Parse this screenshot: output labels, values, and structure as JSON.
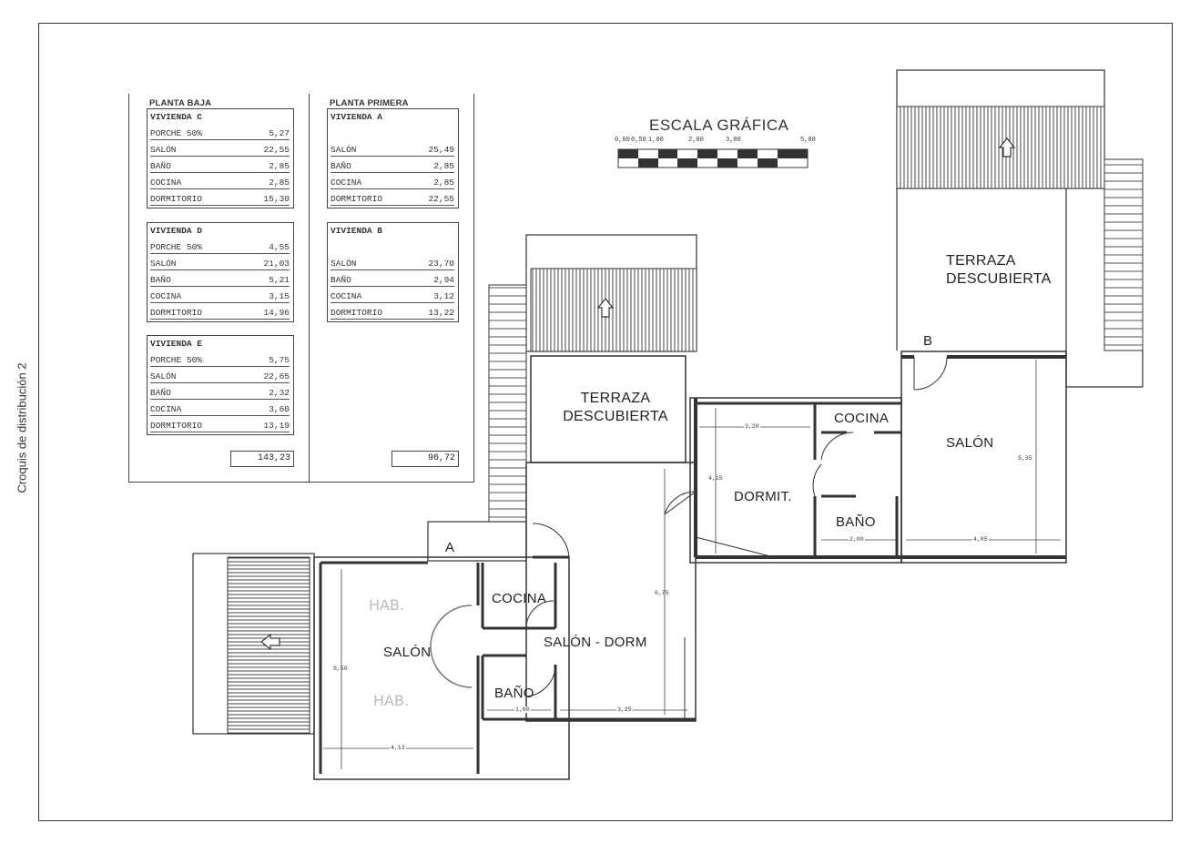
{
  "side_label": "Croquis de distribución 2",
  "tables": {
    "planta_baja": {
      "title": "PLANTA BAJA",
      "viviendas": [
        {
          "name": "VIVIENDA C",
          "rows": [
            {
              "label": "PORCHE 50%",
              "value": "5,27"
            },
            {
              "label": "SALÓN",
              "value": "22,55"
            },
            {
              "label": "BAÑO",
              "value": "2,85"
            },
            {
              "label": "COCINA",
              "value": "2,85"
            },
            {
              "label": "DORMITORIO",
              "value": "15,30"
            }
          ]
        },
        {
          "name": "VIVIENDA D",
          "rows": [
            {
              "label": "PORCHE 50%",
              "value": "4,55"
            },
            {
              "label": "SALÓN",
              "value": "21,03"
            },
            {
              "label": "BAÑO",
              "value": "5,21"
            },
            {
              "label": "COCINA",
              "value": "3,15"
            },
            {
              "label": "DORMITORIO",
              "value": "14,96"
            }
          ]
        },
        {
          "name": "VIVIENDA E",
          "rows": [
            {
              "label": "PORCHE 50%",
              "value": "5,75"
            },
            {
              "label": "SALÓN",
              "value": "22,65"
            },
            {
              "label": "BAÑO",
              "value": "2,32"
            },
            {
              "label": "COCINA",
              "value": "3,60"
            },
            {
              "label": "DORMITORIO",
              "value": "13,19"
            }
          ]
        }
      ],
      "total": "143,23"
    },
    "planta_primera": {
      "title": "PLANTA PRIMERA",
      "viviendas": [
        {
          "name": "VIVIENDA A",
          "rows": [
            {
              "label": "SALÓN",
              "value": "25,49"
            },
            {
              "label": "BAÑO",
              "value": "2,85"
            },
            {
              "label": "COCINA",
              "value": "2,85"
            },
            {
              "label": "DORMITORIO",
              "value": "22,55"
            }
          ]
        },
        {
          "name": "VIVIENDA B",
          "rows": [
            {
              "label": "SALÓN",
              "value": "23,70"
            },
            {
              "label": "BAÑO",
              "value": "2,94"
            },
            {
              "label": "COCINA",
              "value": "3,12"
            },
            {
              "label": "DORMITORIO",
              "value": "13,22"
            }
          ]
        }
      ],
      "total": "96,72"
    }
  },
  "scale": {
    "title": "ESCALA GRÁFICA",
    "ticks": [
      "0,00",
      "0,50",
      "1,00",
      "2,00",
      "3,00",
      "5,00"
    ]
  },
  "plan": {
    "rooms": {
      "terraza_a": "TERRAZA DESCUBIERTA",
      "terraza_b": "TERRAZA DESCUBIERTA",
      "cocina_b": "COCINA",
      "salon_b": "SALÓN",
      "dormit": "DORMIT.",
      "bano_b": "BAÑO",
      "cocina_a": "COCINA",
      "salon_dorm": "SALÓN - DORM",
      "bano_a": "BAÑO",
      "salon_a": "SALÓN"
    },
    "handwritten": [
      "HAB.",
      "HAB."
    ],
    "entrances": [
      "A",
      "B"
    ],
    "dimensions": [
      "3,20",
      "4,15",
      "5,35",
      "2,00",
      "4,05",
      "6,75",
      "1,60",
      "3,25",
      "5,50",
      "4,13"
    ]
  }
}
